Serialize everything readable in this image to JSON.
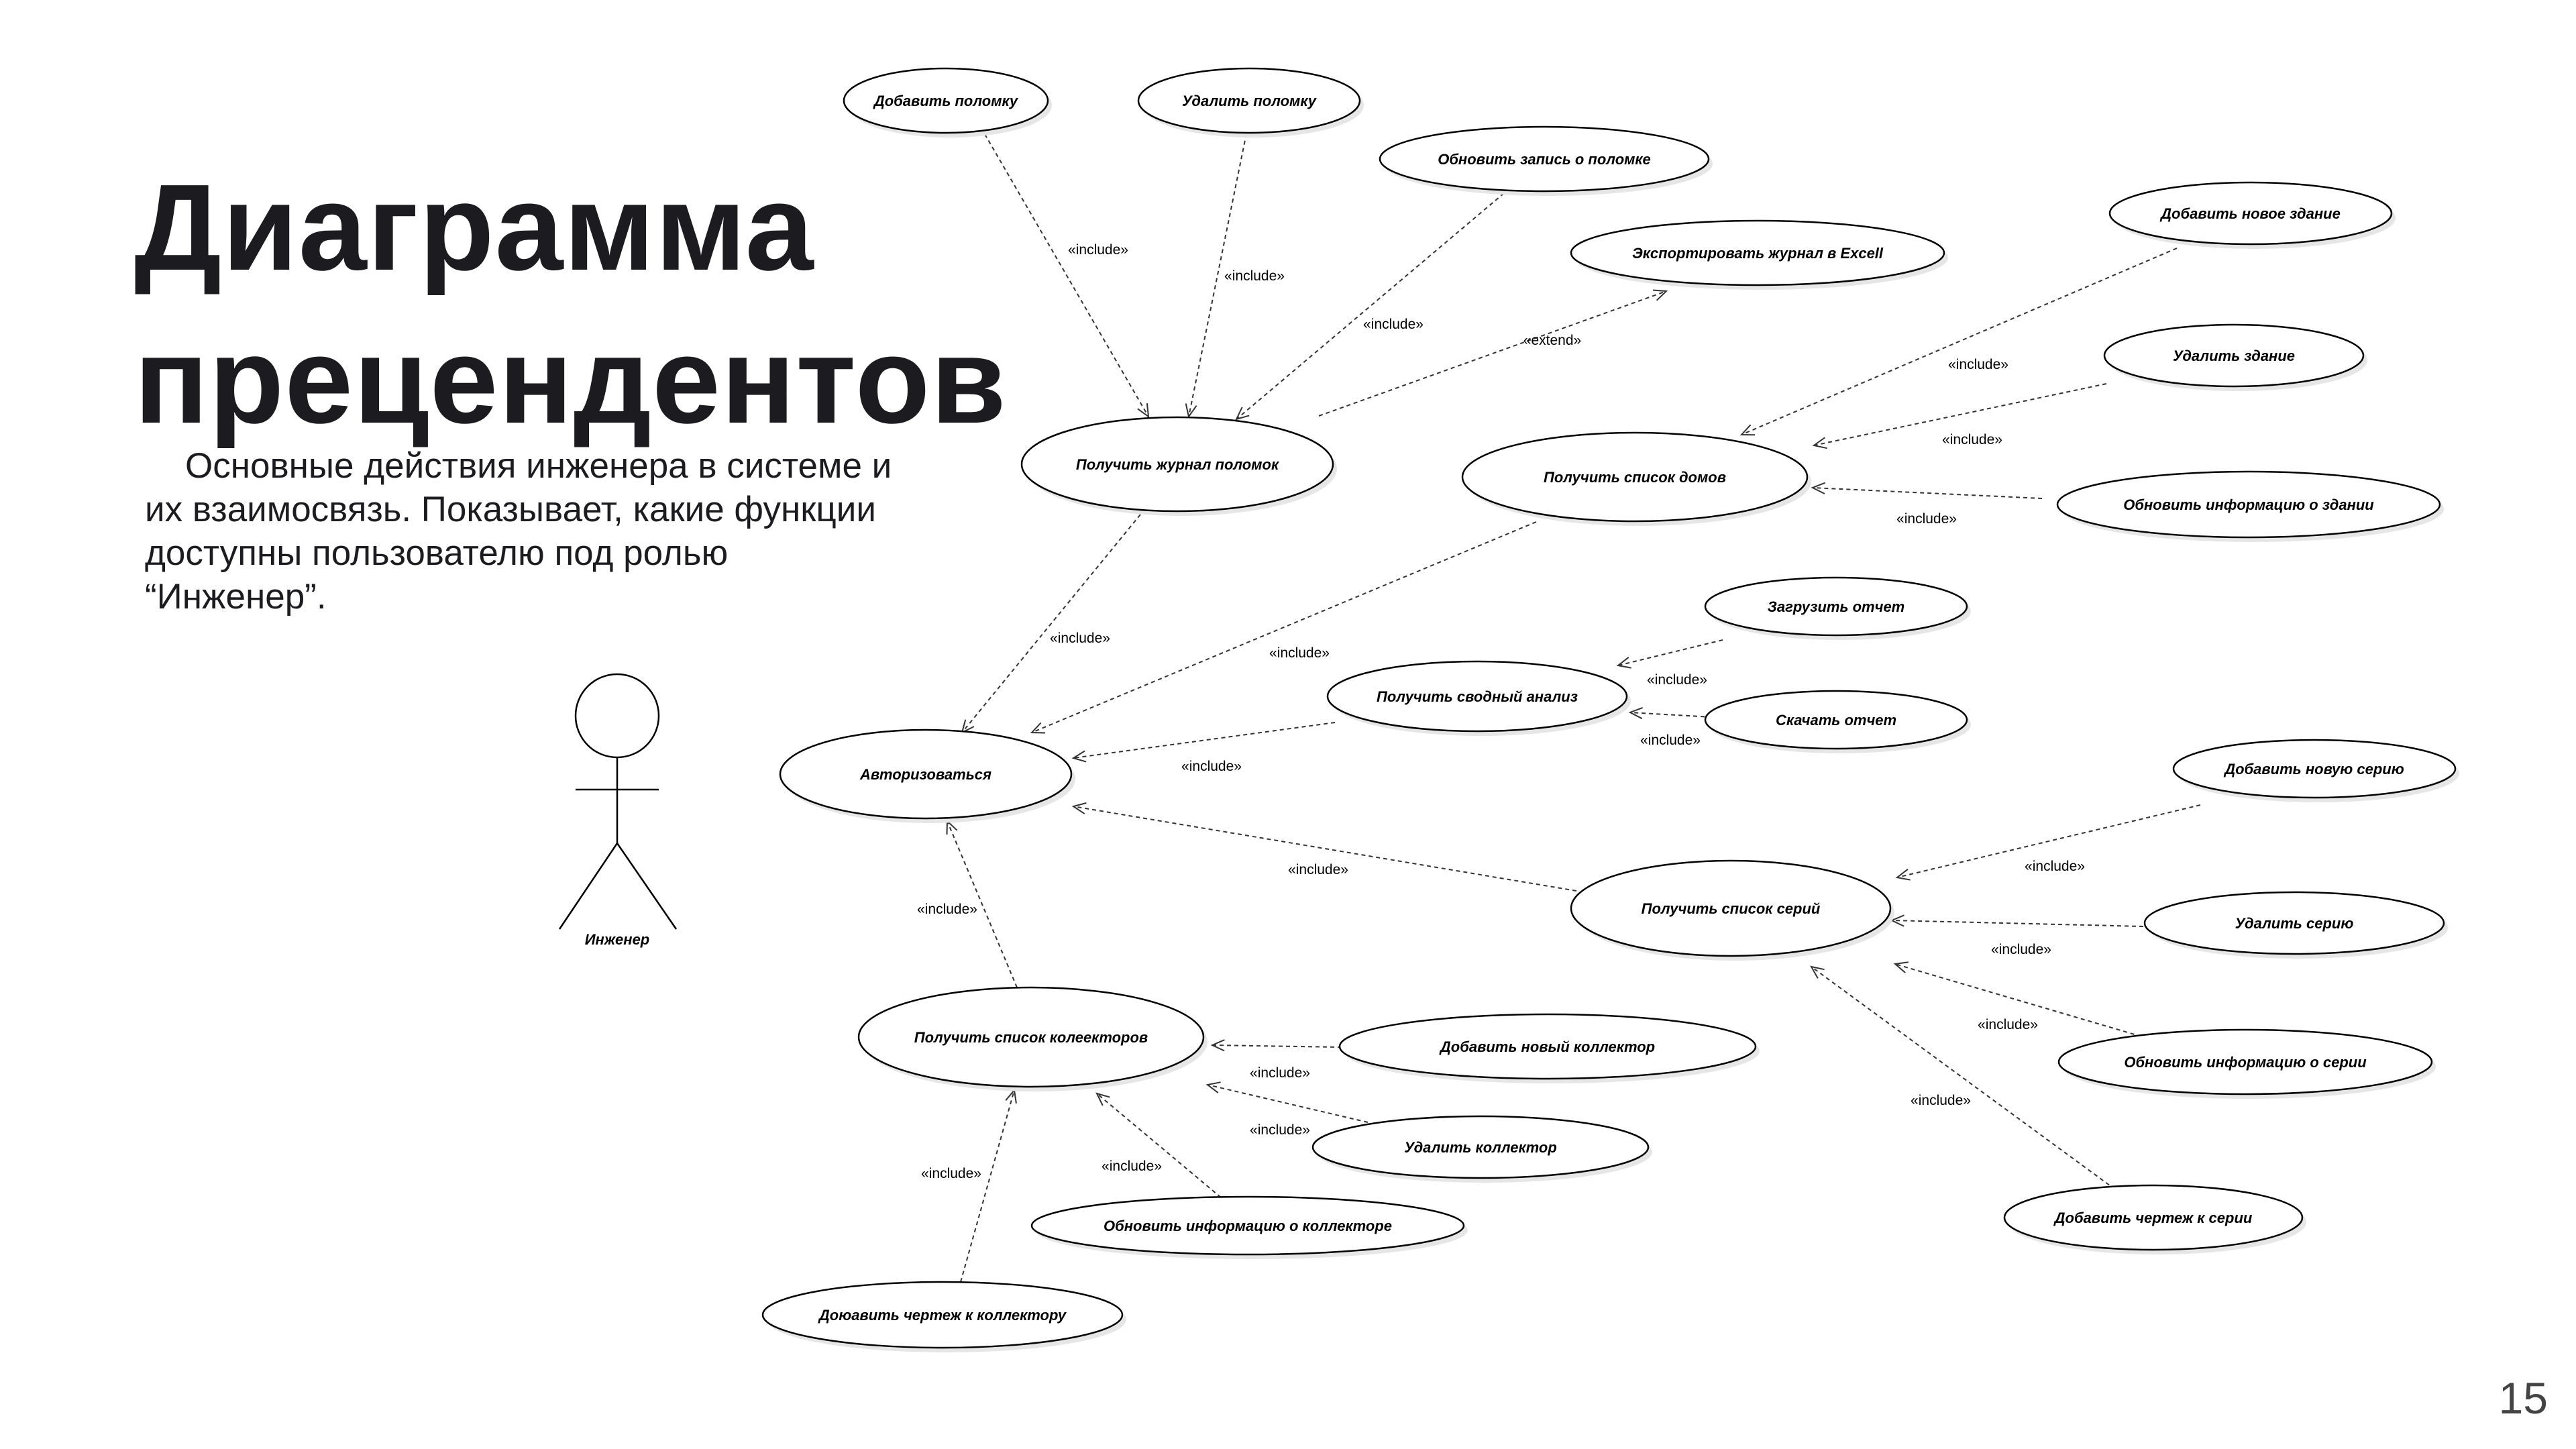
{
  "slide": {
    "title_line1": "Диаграмма",
    "title_line2": "прецендентов",
    "description": "Основные действия инженера в системе и их взаимосвязь. Показывает, какие функции доступны пользователю под ролью “Инженер”.",
    "page_number": "15"
  },
  "diagram": {
    "actor": {
      "label": "Инженер"
    },
    "use_cases": [
      {
        "id": "add-fault",
        "label": "Добавить поломку"
      },
      {
        "id": "delete-fault",
        "label": "Удалить поломку"
      },
      {
        "id": "update-fault",
        "label": "Обновить запись о поломке"
      },
      {
        "id": "export-log",
        "label": "Экспортировать журнал в Excell"
      },
      {
        "id": "get-fault-log",
        "label": "Получить журнал поломок"
      },
      {
        "id": "add-building",
        "label": "Добавить новое здание"
      },
      {
        "id": "delete-building",
        "label": "Удалить здание"
      },
      {
        "id": "get-houses",
        "label": "Получить список домов"
      },
      {
        "id": "update-building",
        "label": "Обновить информацию о здании"
      },
      {
        "id": "upload-report",
        "label": "Загрузить отчет"
      },
      {
        "id": "get-summary",
        "label": "Получить сводный анализ"
      },
      {
        "id": "download-report",
        "label": "Скачать отчет"
      },
      {
        "id": "authorize",
        "label": "Авторизоваться"
      },
      {
        "id": "add-series",
        "label": "Добавить новую серию"
      },
      {
        "id": "get-series",
        "label": "Получить список серий"
      },
      {
        "id": "delete-series",
        "label": "Удалить серию"
      },
      {
        "id": "update-series",
        "label": "Обновить информацию о серии"
      },
      {
        "id": "add-series-drawing",
        "label": "Добавить чертеж к серии"
      },
      {
        "id": "get-collectors",
        "label": "Получить список колеекторов"
      },
      {
        "id": "add-collector",
        "label": "Добавить новый коллектор"
      },
      {
        "id": "delete-collector",
        "label": "Удалить коллектор"
      },
      {
        "id": "update-collector",
        "label": "Обновить информацию о коллекторе"
      },
      {
        "id": "add-collector-drawing",
        "label": "Доюавить чертеж к коллектору"
      }
    ],
    "relations": [
      {
        "from": "add-fault",
        "to": "get-fault-log",
        "label": "«include»"
      },
      {
        "from": "delete-fault",
        "to": "get-fault-log",
        "label": "«include»"
      },
      {
        "from": "update-fault",
        "to": "get-fault-log",
        "label": "«include»"
      },
      {
        "from": "get-fault-log",
        "to": "export-log",
        "label": "«extend»"
      },
      {
        "from": "get-fault-log",
        "to": "authorize",
        "label": "«include»"
      },
      {
        "from": "add-building",
        "to": "get-houses",
        "label": "«include»"
      },
      {
        "from": "delete-building",
        "to": "get-houses",
        "label": "«include»"
      },
      {
        "from": "update-building",
        "to": "get-houses",
        "label": "«include»"
      },
      {
        "from": "get-houses",
        "to": "authorize",
        "label": "«include»"
      },
      {
        "from": "upload-report",
        "to": "get-summary",
        "label": "«include»"
      },
      {
        "from": "download-report",
        "to": "get-summary",
        "label": "«include»"
      },
      {
        "from": "get-summary",
        "to": "authorize",
        "label": "«include»"
      },
      {
        "from": "get-series",
        "to": "authorize",
        "label": "«include»"
      },
      {
        "from": "add-series",
        "to": "get-series",
        "label": "«include»"
      },
      {
        "from": "delete-series",
        "to": "get-series",
        "label": "«include»"
      },
      {
        "from": "update-series",
        "to": "get-series",
        "label": "«include»"
      },
      {
        "from": "add-series-drawing",
        "to": "get-series",
        "label": "«include»"
      },
      {
        "from": "get-collectors",
        "to": "authorize",
        "label": "«include»"
      },
      {
        "from": "add-collector",
        "to": "get-collectors",
        "label": "«include»"
      },
      {
        "from": "delete-collector",
        "to": "get-collectors",
        "label": "«include»"
      },
      {
        "from": "update-collector",
        "to": "get-collectors",
        "label": "«include»"
      },
      {
        "from": "add-collector-drawing",
        "to": "get-collectors",
        "label": "«include»"
      }
    ]
  }
}
